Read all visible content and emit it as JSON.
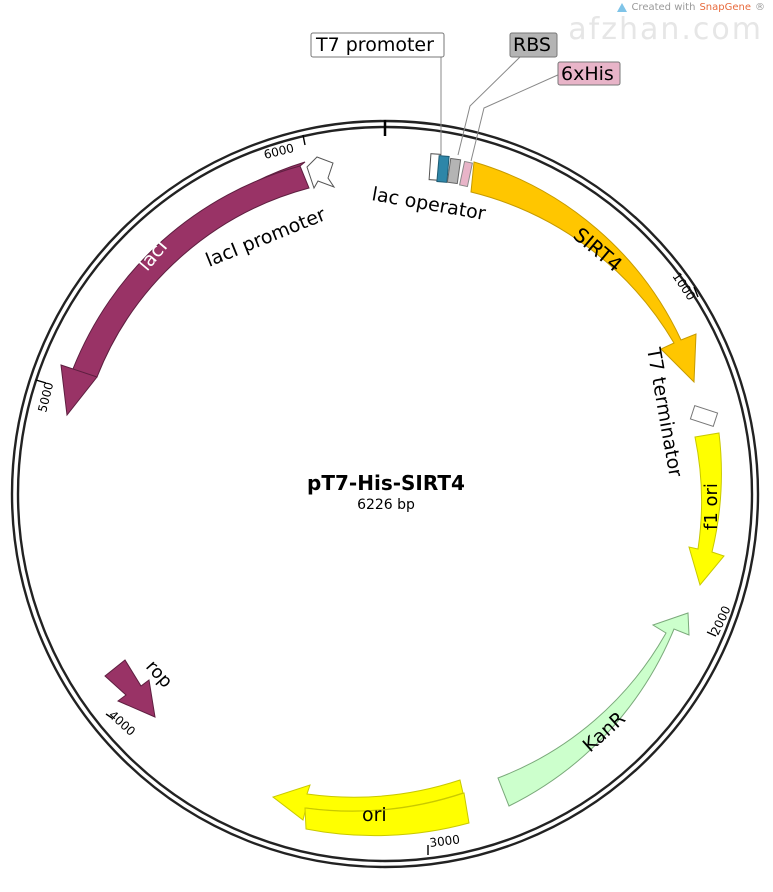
{
  "credit": {
    "prefix": "Created with",
    "brand": "SnapGene",
    "mark": "®"
  },
  "watermark": "afzhan.com",
  "plasmid": {
    "name": "pT7-His-SIRT4",
    "length_label": "6226 bp",
    "length_bp": 6226
  },
  "ticks": [
    {
      "label": "1000",
      "bp": 1000
    },
    {
      "label": "2000",
      "bp": 2000
    },
    {
      "label": "3000",
      "bp": 3000
    },
    {
      "label": "4000",
      "bp": 4000
    },
    {
      "label": "5000",
      "bp": 5000
    },
    {
      "label": "6000",
      "bp": 6000
    }
  ],
  "features": {
    "sirt4": {
      "label": "SIRT4",
      "color": "#ffc600"
    },
    "t7_terminator": {
      "label": "T7 terminator",
      "color": "#ffffff"
    },
    "f1_ori": {
      "label": "f1 ori",
      "color": "#ffff00"
    },
    "kanr": {
      "label": "KanR",
      "color": "#ccffcc"
    },
    "ori": {
      "label": "ori",
      "color": "#ffff00"
    },
    "rop": {
      "label": "rop",
      "color": "#993366"
    },
    "laci": {
      "label": "lacI",
      "color": "#993366"
    },
    "laci_promoter": {
      "label": "lacI promoter",
      "color": "#ffffff"
    },
    "lac_operator": {
      "label": "lac operator",
      "color": "#ffffff"
    },
    "t7_promoter": {
      "label": "T7 promoter",
      "color": "#ffffff"
    },
    "rbs": {
      "label": "RBS",
      "color": "#b4b4b4"
    },
    "his": {
      "label": "6xHis",
      "color": "#e8b4c8"
    },
    "t7p_block": {
      "color": "#2e86a8"
    }
  }
}
